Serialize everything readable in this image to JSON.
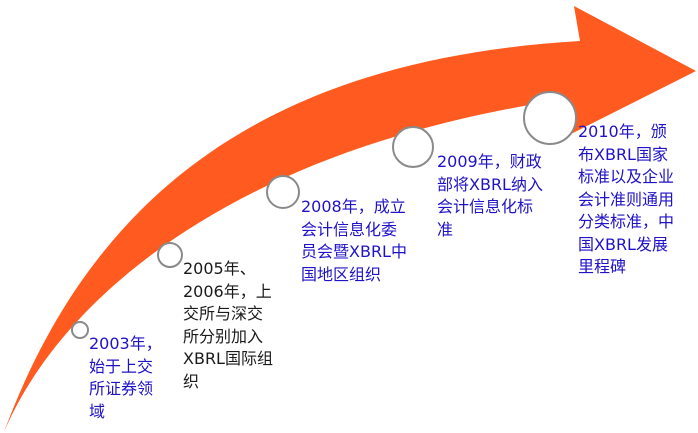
{
  "colors": {
    "arrow": "#ff5a1f",
    "milestone_fill": "#ffffff",
    "milestone_stroke": "#8a8a8a",
    "text_primary": "#1f12c8",
    "text_secondary": "#1a1a1a"
  },
  "milestones": [
    {
      "text": "2003年，\n始于上交\n所证券领\n域",
      "style": "primary"
    },
    {
      "text": "2005年、\n2006年，上\n交所与深交\n所分别加入\nXBRL国际组\n织",
      "style": "secondary"
    },
    {
      "text": "2008年，成立\n会计信息化委\n员会暨XBRL中\n国地区组织",
      "style": "primary"
    },
    {
      "text": "2009年，财政\n部将XBRL纳入\n会计信息化标\n准",
      "style": "primary"
    },
    {
      "text": "2010年，颁\n布XBRL国家\n标准以及企业\n会计准则通用\n分类标准，中\n国XBRL发展\n里程碑",
      "style": "primary"
    }
  ]
}
